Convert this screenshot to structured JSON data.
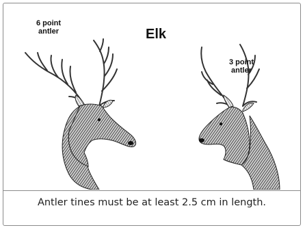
{
  "figure": {
    "title": "Elk",
    "labels": {
      "six_point": {
        "line1": "6 point",
        "line2": "antler"
      },
      "three_point": {
        "line1": "3 point",
        "line2": "antler"
      }
    },
    "caption": "Antler tines must be at least 2.5 cm in length."
  }
}
